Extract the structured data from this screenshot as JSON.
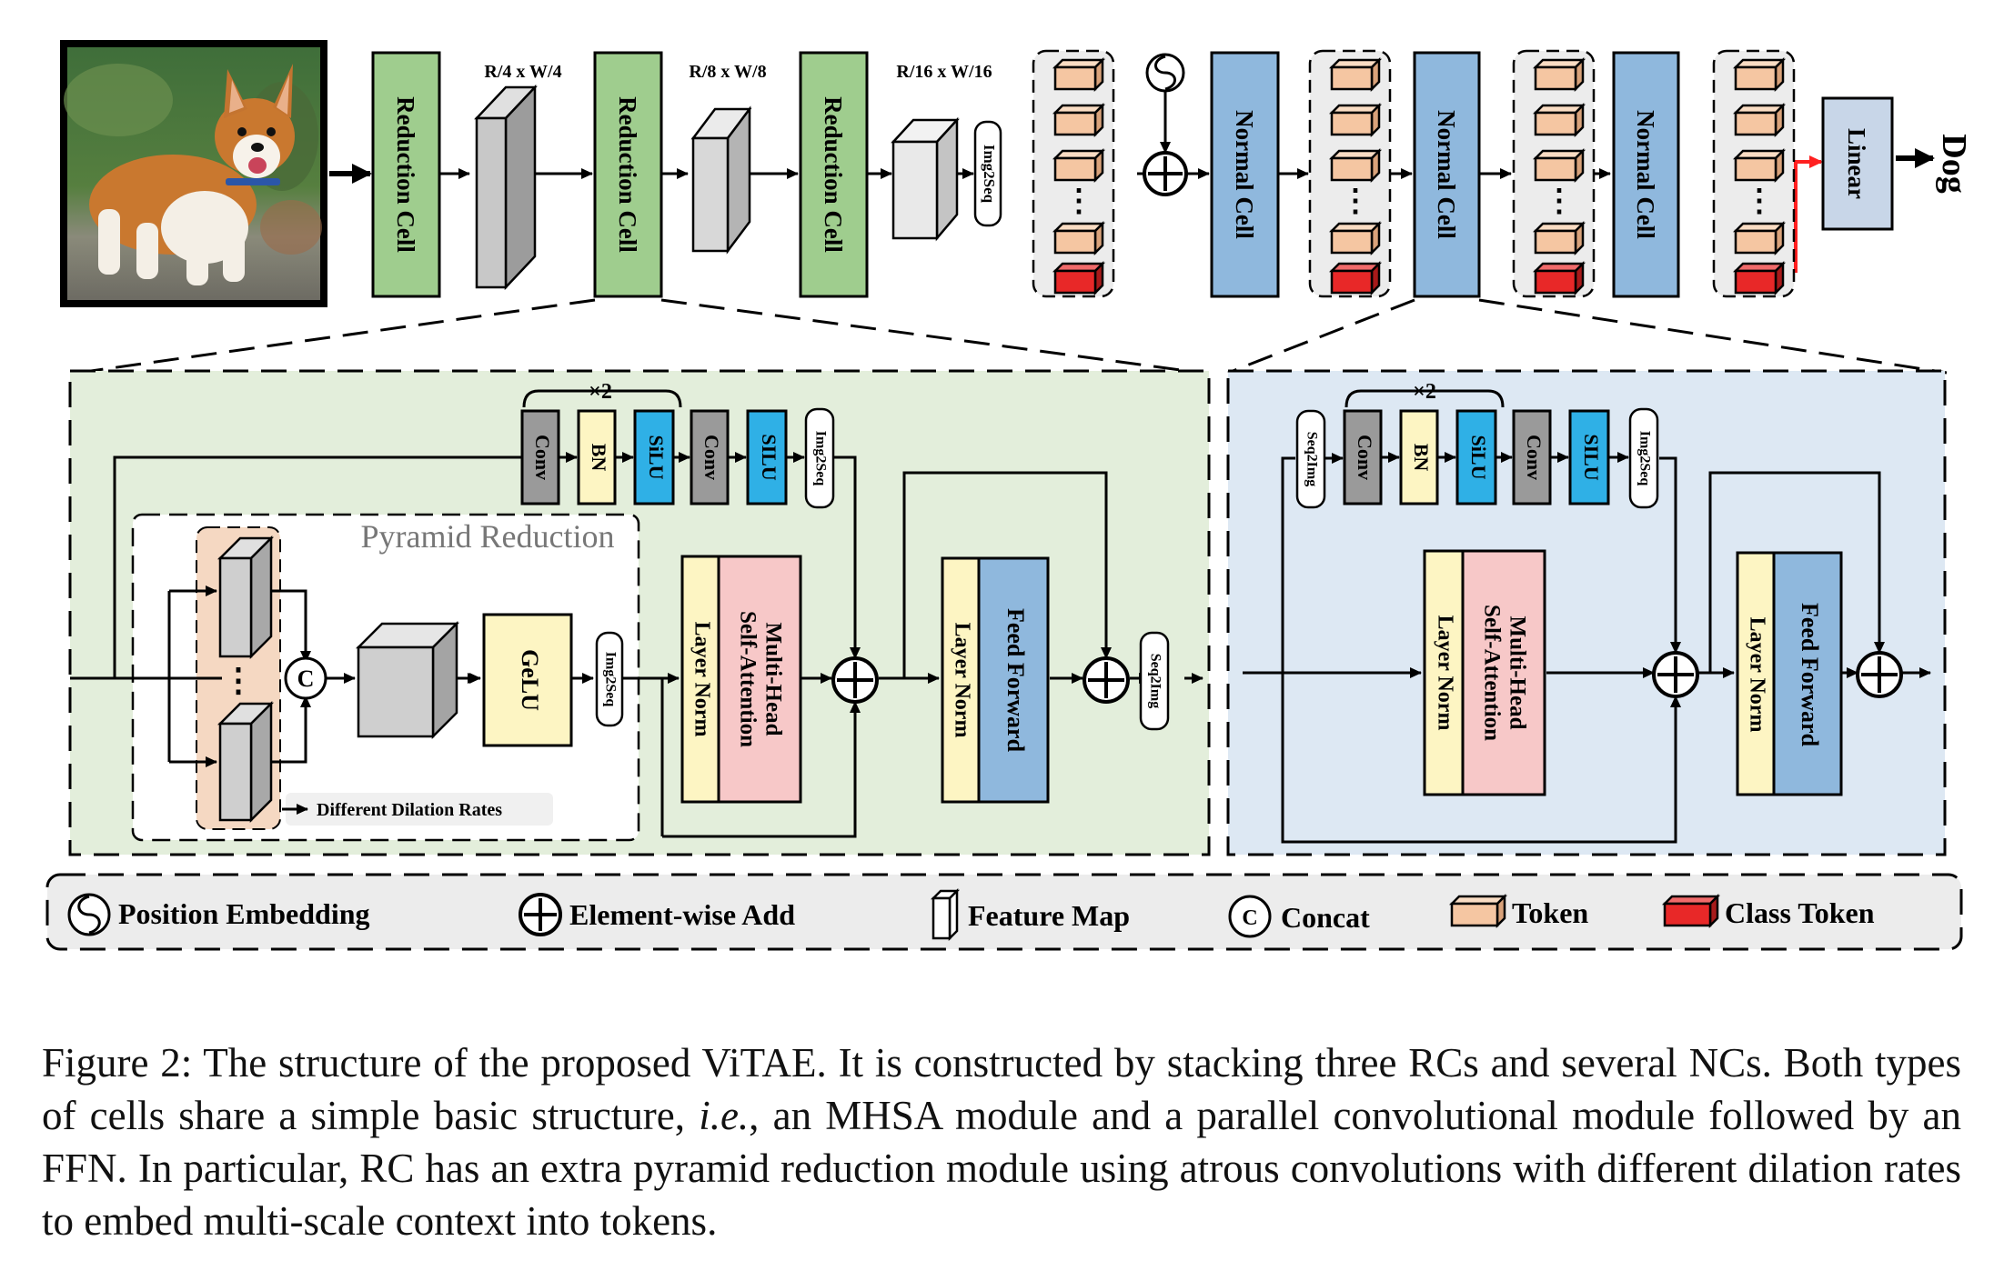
{
  "top": {
    "reduction_cell": "Reduction Cell",
    "normal_cell": "Normal Cell",
    "linear": "Linear",
    "output": "Dog",
    "res_4": "R/4 x W/4",
    "res_8": "R/8 x W/8",
    "res_16": "R/16 x W/16",
    "img2seq": "Img2Seq"
  },
  "rc": {
    "times2": "×2",
    "conv": "Conv",
    "bn": "BN",
    "silu_upper": "SiLU",
    "silu_caps": "SILU",
    "img2seq": "Img2Seq",
    "seq2img": "Seq2Img",
    "pyramid_reduction": "Pyramid Reduction",
    "concat_c": "C",
    "gelu": "GeLU",
    "dilation": "Different Dilation Rates",
    "layer_norm": "Layer Norm",
    "mhsa_1": "Multi-Head",
    "mhsa_2": "Self-Attention",
    "ffn": "Feed Forward"
  },
  "legend": {
    "position_embedding": "Position Embedding",
    "element_add": "Element-wise Add",
    "feature_map": "Feature Map",
    "concat": "Concat",
    "concat_c": "C",
    "token": "Token",
    "class_token": "Class Token"
  },
  "caption": {
    "part1": "Figure 2: The structure of the proposed ViTAE. It is constructed by stacking three RCs and several NCs.  Both types of cells share a simple basic structure, ",
    "ie": "i.e.",
    "part2": ", an MHSA module and a parallel convolutional module followed by an FFN. In particular, RC has an extra pyramid reduction module using atrous convolutions with different dilation rates to embed multi-scale context into tokens."
  },
  "colors": {
    "green_cell": "#9fcd8e",
    "blue_cell": "#8fb8dd",
    "rc_bg": "#e3eedb",
    "nc_bg": "#dde8f3",
    "yellow": "#fdf5c3",
    "pink": "#f7c8c8",
    "cyan": "#2fb0e6",
    "token": "#f5c6a2",
    "class_token": "#e82828",
    "red_arrow": "#ff2020"
  }
}
